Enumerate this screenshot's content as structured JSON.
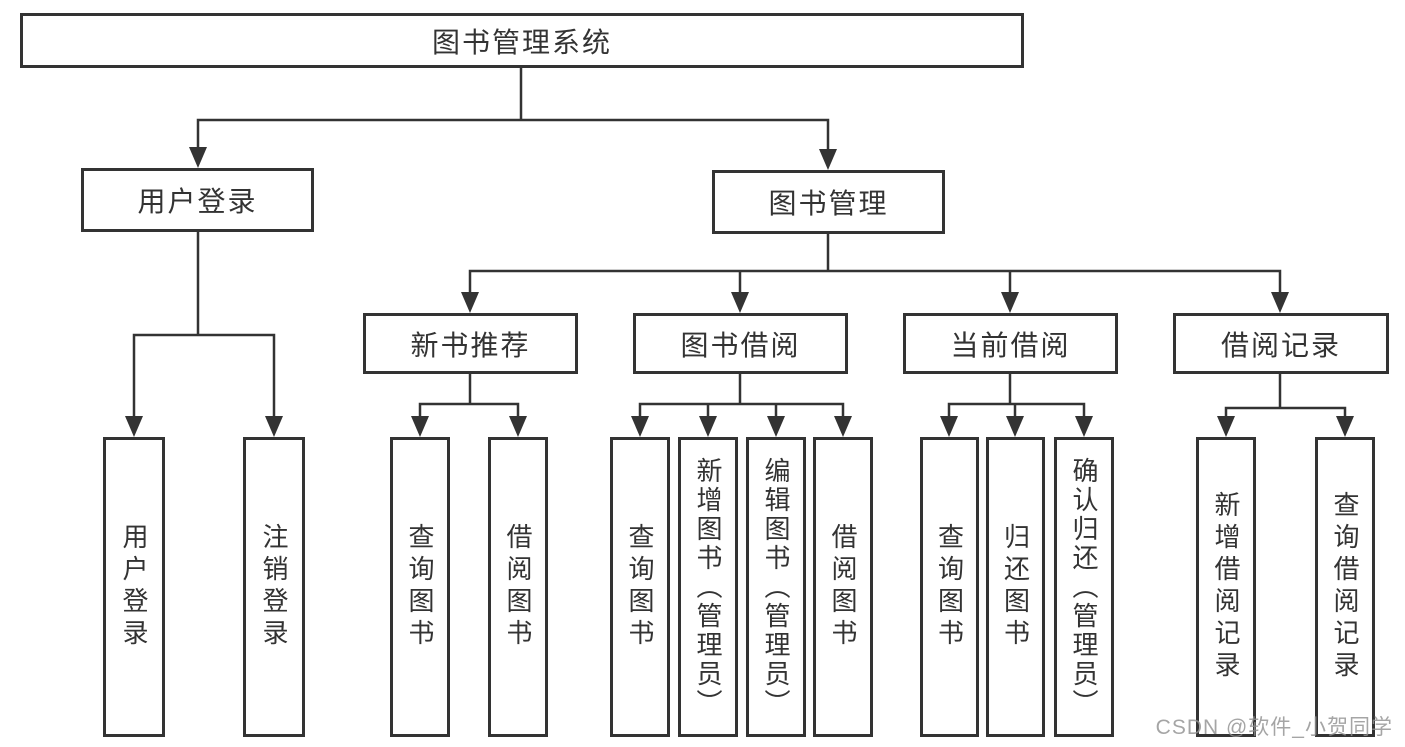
{
  "nodes": {
    "root": "图书管理系统",
    "level2": [
      "用户登录",
      "图书管理"
    ],
    "level3": [
      "新书推荐",
      "图书借阅",
      "当前借阅",
      "借阅记录"
    ]
  },
  "leaves": {
    "user_login": [
      "用户登录",
      "注销登录"
    ],
    "new_book_rec": [
      "查询图书",
      "借阅图书"
    ],
    "book_borrow": [
      "查询图书",
      "新增图书（管理员）",
      "编辑图书（管理员）",
      "借阅图书"
    ],
    "current_borrow": [
      "查询图书",
      "归还图书",
      "确认归还（管理员）"
    ],
    "borrow_records": [
      "新增借阅记录",
      "查询借阅记录"
    ]
  },
  "watermark": "CSDN @软件_小贺同学",
  "colors": {
    "line": "#333333",
    "text": "#333333",
    "box_background": "#ffffff",
    "watermark": "#919191",
    "background": "#ffffff"
  }
}
